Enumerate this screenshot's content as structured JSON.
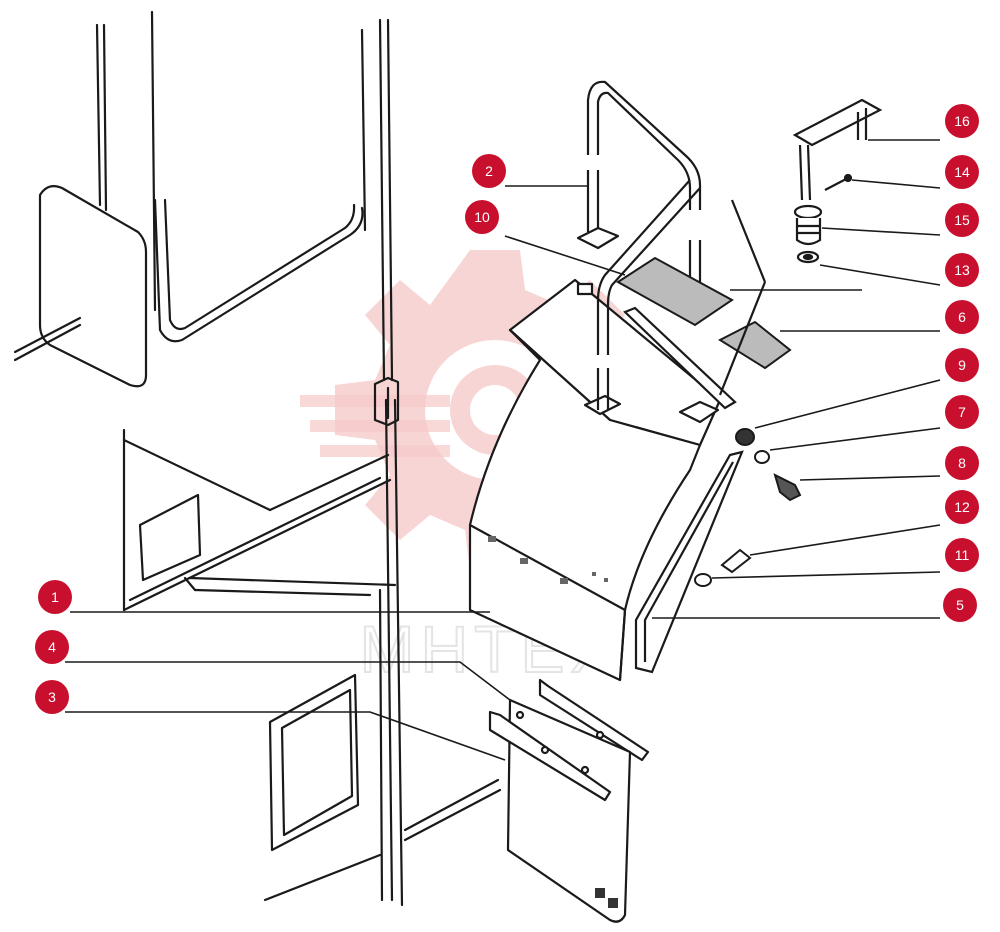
{
  "diagram": {
    "watermark_text": "МНТЕХ",
    "colors": {
      "callout": "#c8102e",
      "callout_text": "#ffffff",
      "line": "#1a1a1a",
      "watermark": "#f6c7c7"
    },
    "callouts": [
      {
        "id": "1",
        "label": "1"
      },
      {
        "id": "2",
        "label": "2"
      },
      {
        "id": "3",
        "label": "3"
      },
      {
        "id": "4",
        "label": "4"
      },
      {
        "id": "5",
        "label": "5"
      },
      {
        "id": "6",
        "label": "6"
      },
      {
        "id": "7",
        "label": "7"
      },
      {
        "id": "8",
        "label": "8"
      },
      {
        "id": "9",
        "label": "9"
      },
      {
        "id": "10",
        "label": "10"
      },
      {
        "id": "11",
        "label": "11"
      },
      {
        "id": "12",
        "label": "12"
      },
      {
        "id": "13",
        "label": "13"
      },
      {
        "id": "14",
        "label": "14"
      },
      {
        "id": "15",
        "label": "15"
      },
      {
        "id": "16",
        "label": "16"
      }
    ]
  }
}
